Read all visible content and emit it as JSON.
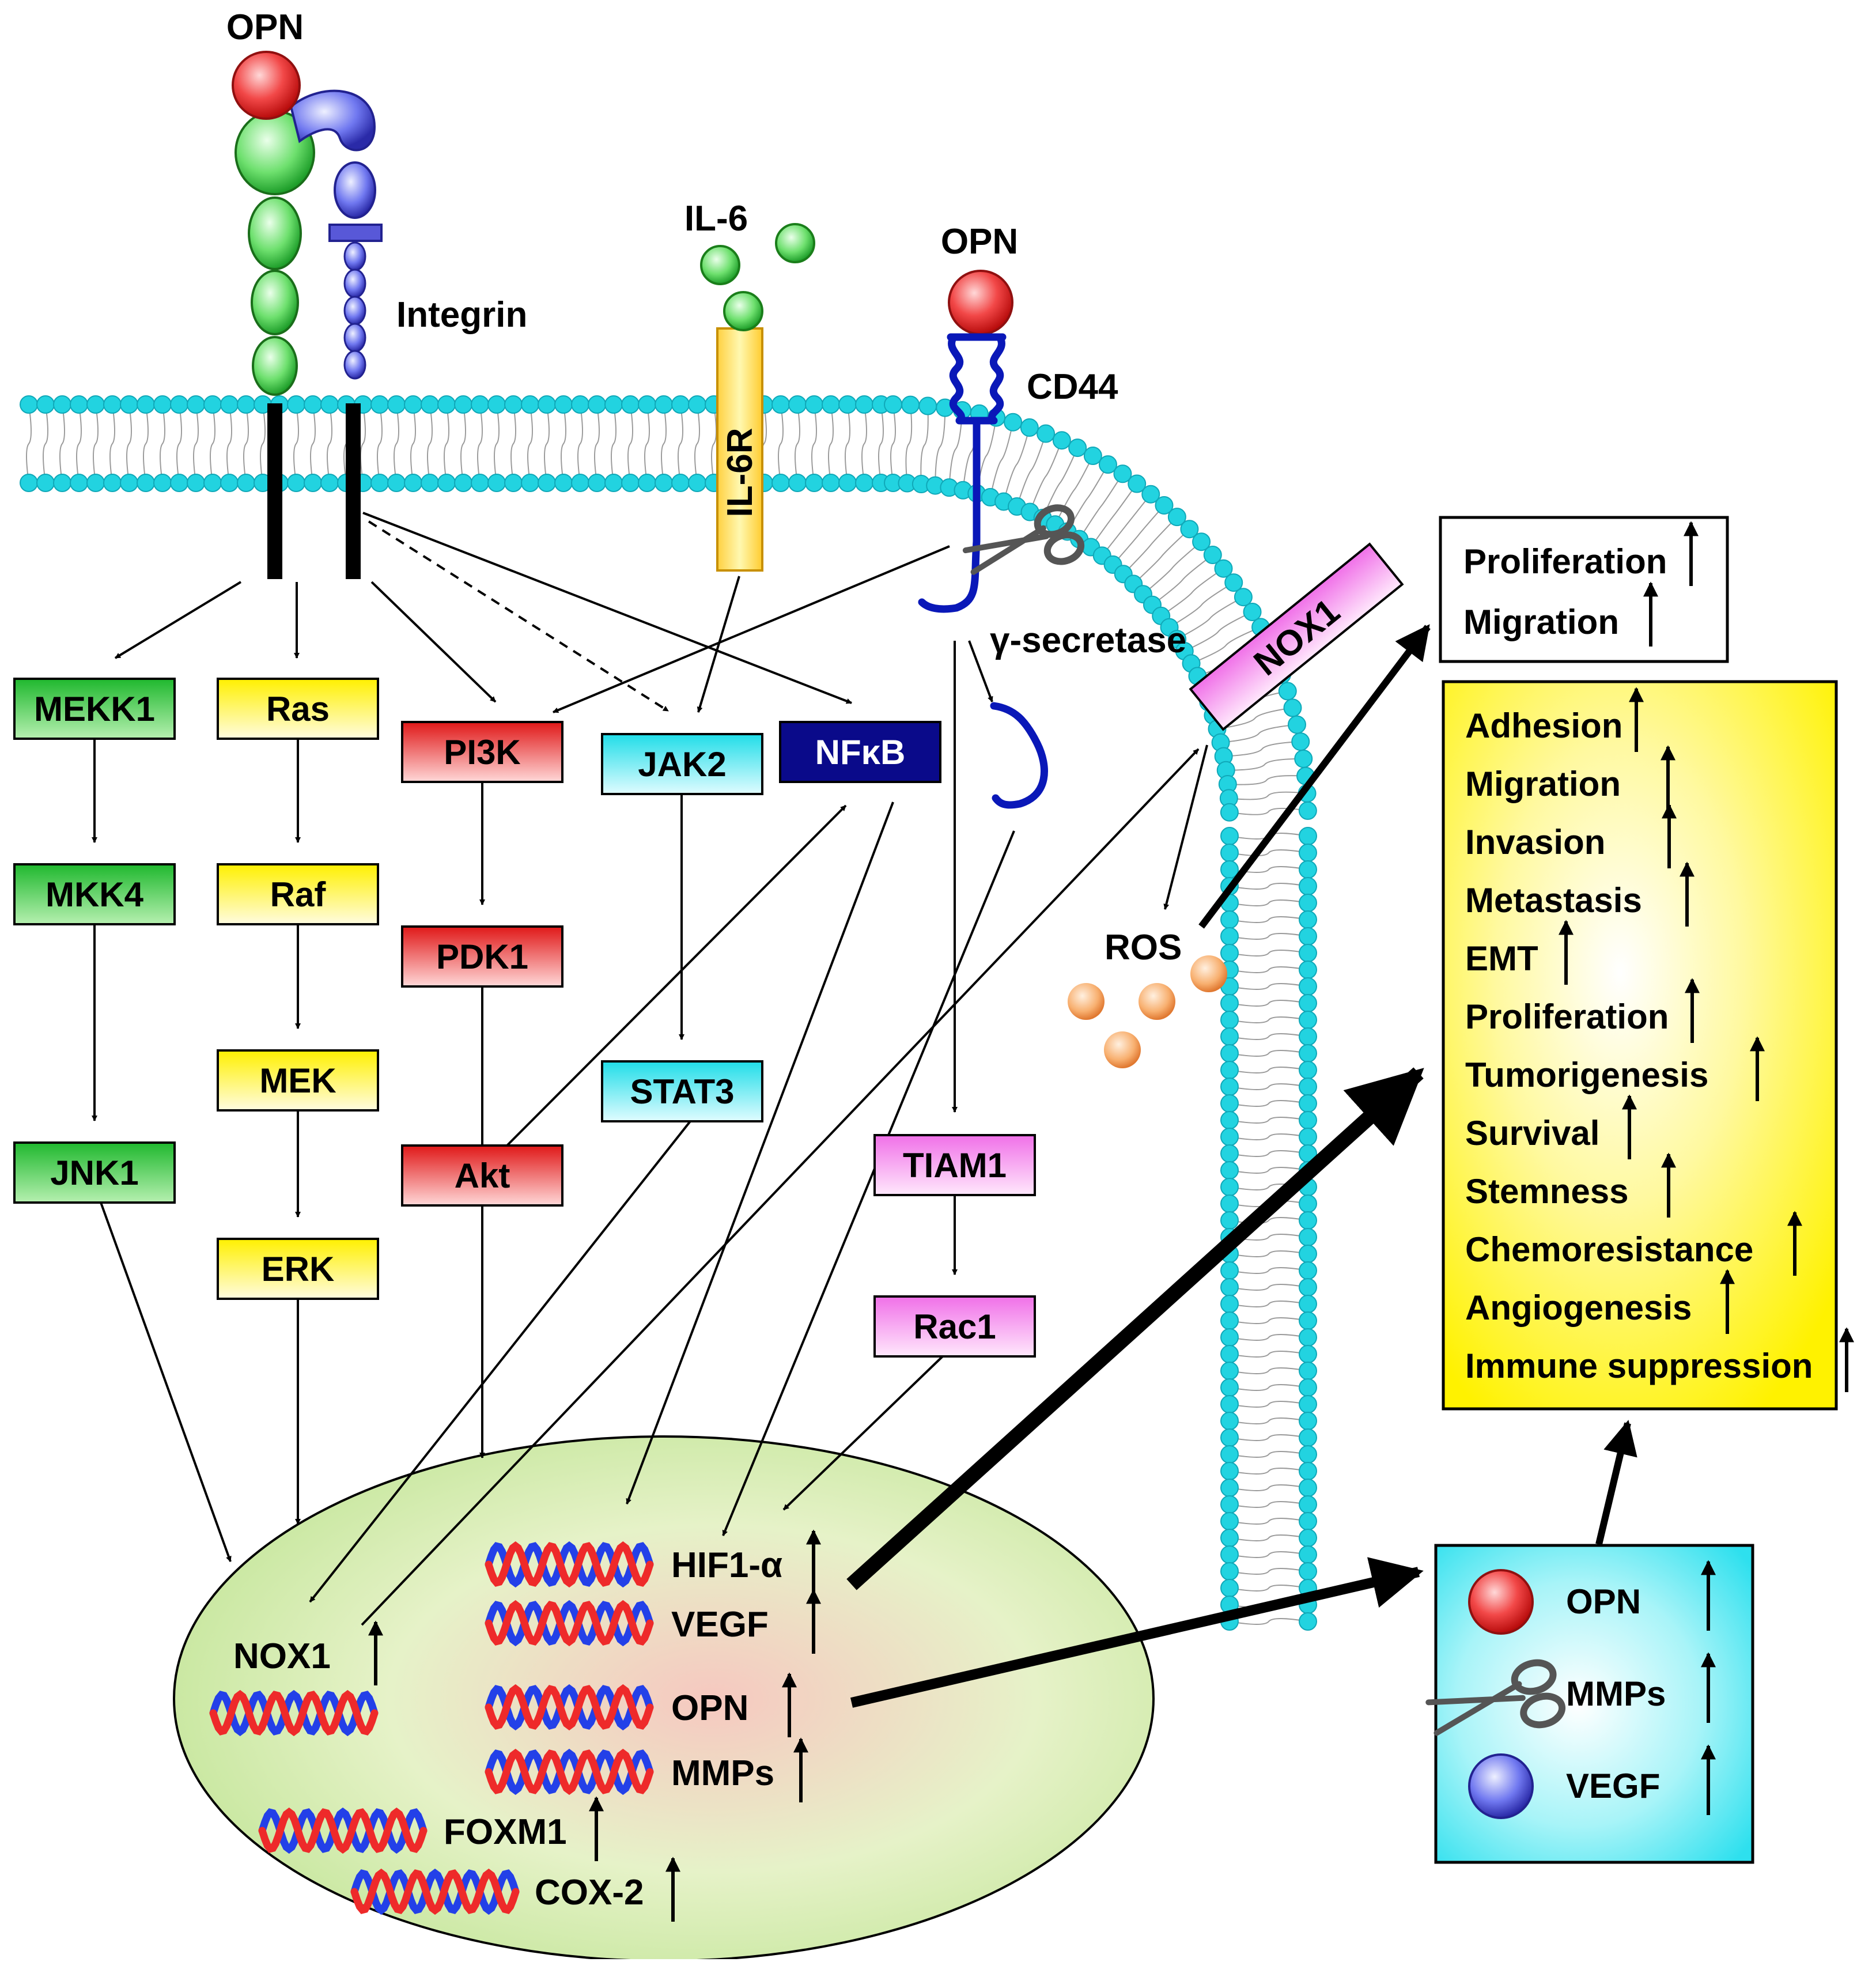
{
  "labels": {
    "opn_top": "OPN",
    "integrin": "Integrin",
    "il6": "IL-6",
    "il6r": "IL-6R",
    "opn_cd44": "OPN",
    "cd44": "CD44",
    "gamma_secretase": "γ-secretase",
    "nox1_membrane": "NOX1",
    "ros": "ROS"
  },
  "pathway_boxes": {
    "mekk1": "MEKK1",
    "mkk4": "MKK4",
    "jnk1": "JNK1",
    "ras": "Ras",
    "raf": "Raf",
    "mek": "MEK",
    "erk": "ERK",
    "pi3k": "PI3K",
    "pdk1": "PDK1",
    "akt": "Akt",
    "jak2": "JAK2",
    "stat3": "STAT3",
    "nfkb": "NFκB",
    "tiam1": "TIAM1",
    "rac1": "Rac1"
  },
  "nucleus_genes": {
    "hif1a": "HIF1-α",
    "vegf": "VEGF",
    "opn": "OPN",
    "mmps": "MMPs",
    "nox1": "NOX1",
    "foxm1": "FOXM1",
    "cox2": "COX-2"
  },
  "top_effects": [
    "Proliferation",
    "Migration"
  ],
  "cell_effects": [
    "Adhesion",
    "Migration",
    "Invasion",
    "Metastasis",
    "EMT",
    "Proliferation",
    "Tumorigenesis",
    "Survival",
    "Stemness",
    "Chemoresistance",
    "Angiogenesis",
    "Immune suppression"
  ],
  "secreted": [
    "OPN",
    "MMPs",
    "VEGF"
  ],
  "colors": {
    "membrane_bead": "#22d3e0",
    "green_box": "#2fc23a",
    "yellow_box": "#fff34a",
    "red_box": "#e0282a",
    "cyan_box": "#3ee6ea",
    "navy_box": "#0a0a8a",
    "pink_box": "#f59cf0",
    "nucleus_fill": "#d6efb0",
    "effects_fill": "#fff200",
    "secreted_fill": "#33e4f0"
  }
}
